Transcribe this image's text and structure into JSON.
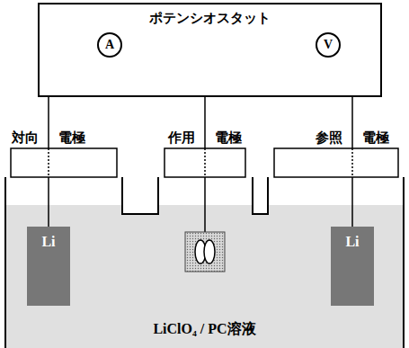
{
  "diagram": {
    "nodes": [
      {
        "text": [
          "ポテンシオスタット"
        ]
      },
      {
        "text": [
          "A"
        ],
        "in": 0
      },
      {
        "text": [
          "V"
        ],
        "in": 0
      },
      {
        "text": [
          "LiClO₄ / PC溶液"
        ]
      },
      {
        "text": [
          "Li"
        ],
        "in": 3
      },
      {
        "text": [
          "Li"
        ],
        "in": 3
      }
    ],
    "edges": [
      {
        "from": 1,
        "to": 4,
        "arrow": "none"
      },
      {
        "from": 2,
        "to": 5,
        "arrow": "none"
      }
    ],
    "labels": [
      "対向 電極",
      "作用 電極",
      "参照 電極"
    ]
  }
}
